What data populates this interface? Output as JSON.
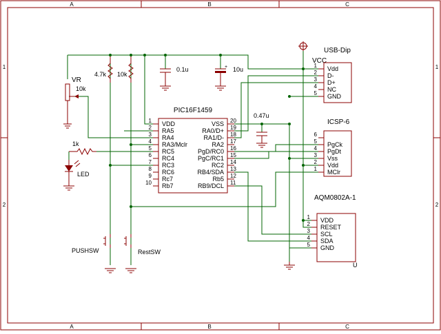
{
  "border": {
    "columns": [
      "A",
      "B",
      "C"
    ],
    "rows": [
      "1",
      "2"
    ]
  },
  "mcu": {
    "title": "PIC16F1459",
    "left_pins": [
      {
        "num": "1",
        "name": "VDD"
      },
      {
        "num": "2",
        "name": "RA5"
      },
      {
        "num": "3",
        "name": "RA4"
      },
      {
        "num": "4",
        "name": "RA3/Mclr"
      },
      {
        "num": "5",
        "name": "RC5"
      },
      {
        "num": "6",
        "name": "RC4"
      },
      {
        "num": "7",
        "name": "RC3"
      },
      {
        "num": "8",
        "name": "RC6"
      },
      {
        "num": "9",
        "name": "Rc7"
      },
      {
        "num": "10",
        "name": "Rb7"
      }
    ],
    "right_pins": [
      {
        "num": "20",
        "name": "VSS"
      },
      {
        "num": "19",
        "name": "RA0/D+"
      },
      {
        "num": "18",
        "name": "RA1/D-"
      },
      {
        "num": "17",
        "name": "RA2"
      },
      {
        "num": "16",
        "name": "PgD/RC0"
      },
      {
        "num": "15",
        "name": "PgC/RC1"
      },
      {
        "num": "14",
        "name": "RC2"
      },
      {
        "num": "13",
        "name": "RB4/SDA"
      },
      {
        "num": "12",
        "name": "Rb5"
      },
      {
        "num": "11",
        "name": "RB9/DCL"
      }
    ]
  },
  "usb": {
    "title": "USB-Dip",
    "pins": [
      {
        "num": "1",
        "name": "Vdd"
      },
      {
        "num": "2",
        "name": "D-"
      },
      {
        "num": "3",
        "name": "D+"
      },
      {
        "num": "4",
        "name": "NC"
      },
      {
        "num": "5",
        "name": "GND"
      }
    ]
  },
  "icsp": {
    "title": "ICSP-6",
    "pins": [
      {
        "num": "6",
        "name": ""
      },
      {
        "num": "5",
        "name": "PgCk"
      },
      {
        "num": "4",
        "name": "PgDt"
      },
      {
        "num": "3",
        "name": "Vss"
      },
      {
        "num": "2",
        "name": "Vdd"
      },
      {
        "num": "1",
        "name": "MClr"
      }
    ]
  },
  "lcd": {
    "title": "AQM0802A-1",
    "suffix": "U",
    "pins": [
      {
        "num": "1",
        "name": "VDD"
      },
      {
        "num": "2",
        "name": "RESET"
      },
      {
        "num": "3",
        "name": "SCL"
      },
      {
        "num": "4",
        "name": "SDA"
      },
      {
        "num": "5",
        "name": "GND"
      }
    ]
  },
  "labels": {
    "vcc": "VCC",
    "vr": "VR",
    "vr_value": "10k",
    "r1": "4.7k",
    "r2": "10k",
    "c1": "0.1u",
    "c2": "10u",
    "c3": "0.47u",
    "r_led": "1k",
    "led": "LED",
    "pushsw": "PUSHSW",
    "restsw": "RestSW"
  }
}
